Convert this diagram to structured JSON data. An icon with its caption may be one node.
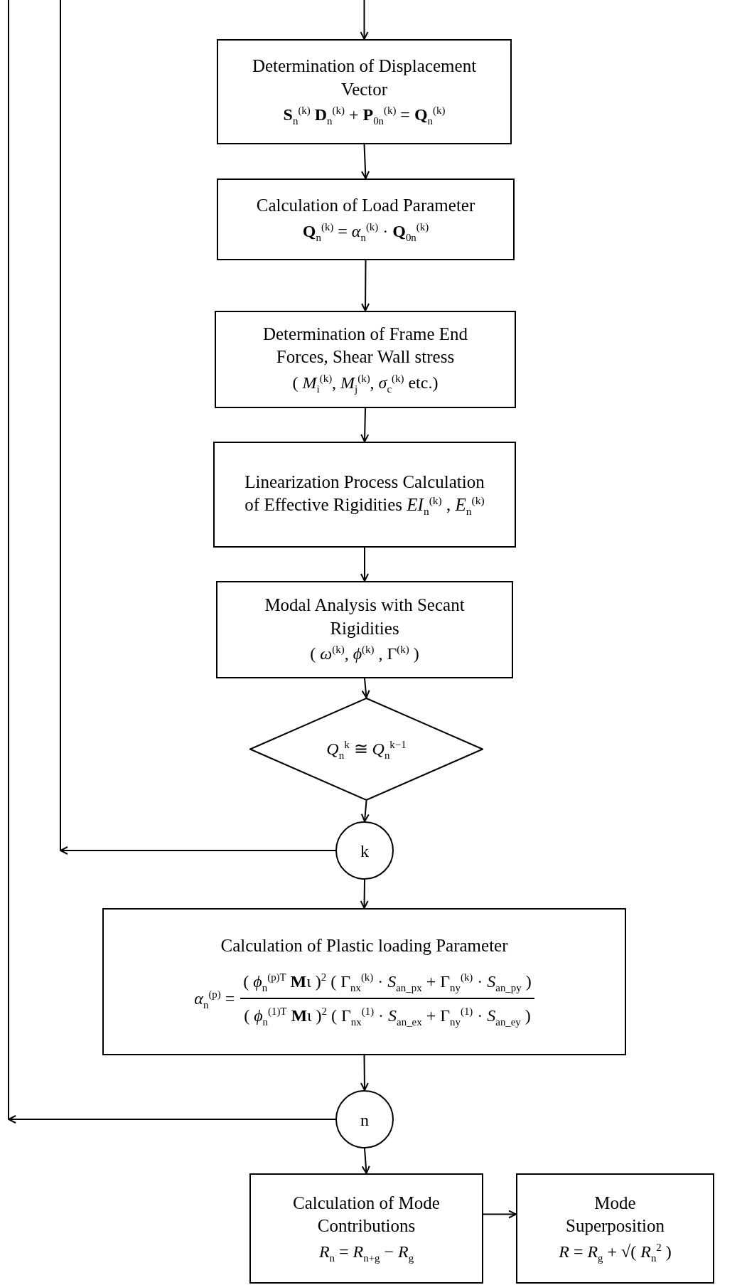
{
  "diagram": {
    "nodes": [
      {
        "text": [
          "Determination of Displacement Vector",
          "**S**$_{n}$$^{(k)}$ **D**$_{n}$$^{(k)}$ + **P**$_{0n}$$^{(k)}$ = **Q**$_{n}$$^{(k)}$"
        ]
      },
      {
        "text": [
          "Calculation of Load Parameter",
          "**Q**$_{n}$$^{(k)}$ = *α*$_{n}$$^{(k)}$ · **Q**$_{0n}$$^{(k)}$"
        ]
      },
      {
        "text": [
          "Determination of Frame End Forces, Shear Wall stress",
          "( *M*$_{i}$$^{(k)}$, *M*$_{j}$$^{(k)}$, *σ*$_{c}$$^{(k)}$ etc.)"
        ]
      },
      {
        "text": [
          "Linearization Process Calculation of Effective Rigidities *EI*$_{n}$$^{(k)}$ , *E*$_{n}$$^{(k)}$"
        ]
      },
      {
        "text": [
          "Modal Analysis with Secant Rigidities",
          "( *ω*$^{(k)}$, *ϕ*$^{(k)}$ , Γ$^{(k)}$ )"
        ]
      },
      {
        "text": [
          "*Q*$_{n}$$^{k}$ ≅ *Q*$_{n}$$^{k−1}$"
        ]
      },
      {
        "text": [
          "k"
        ]
      },
      {
        "text": [
          "Calculation of Plastic loading Parameter",
          "*α*$_{n}$$^{(p)}$ =",
          "( *ϕ*$_{n}$$^{(p)T}$ **M**ι )$^{2}$ ( Γ$_{nx}$$^{(k)}$ · *S*$_{an_px}$ + Γ$_{ny}$$^{(k)}$ · *S*$_{an_py}$ )",
          "( *ϕ*$_{n}$$^{(1)T}$ **M**ι )$^{2}$ ( Γ$_{nx}$$^{(1)}$ · *S*$_{an_ex}$ + Γ$_{ny}$$^{(1)}$ · *S*$_{an_ey}$ )"
        ]
      },
      {
        "text": [
          "n"
        ]
      },
      {
        "text": [
          "Calculation of Mode Contributions",
          "*R*$_{n}$ = *R*$_{n+g}$ − *R*$_{g}$"
        ]
      },
      {
        "text": [
          "Mode Superposition",
          "*R* = *R*$_{g}$ + √( *R*$_{n}$$^{2}$ )"
        ]
      }
    ],
    "edges": [
      {
        "from": null,
        "to": 0,
        "arrow": "to"
      },
      {
        "from": 0,
        "to": 1,
        "arrow": "to"
      },
      {
        "from": 1,
        "to": 2,
        "arrow": "to"
      },
      {
        "from": 2,
        "to": 3,
        "arrow": "to"
      },
      {
        "from": 3,
        "to": 4,
        "arrow": "to"
      },
      {
        "from": 4,
        "to": 5,
        "arrow": "to"
      },
      {
        "from": 5,
        "to": 6,
        "arrow": "to"
      },
      {
        "from": 6,
        "to": null,
        "arrow": "to"
      },
      {
        "from": 6,
        "to": 7,
        "arrow": "to"
      },
      {
        "from": 7,
        "to": 8,
        "arrow": "to"
      },
      {
        "from": 8,
        "to": null,
        "arrow": "to"
      },
      {
        "from": 8,
        "to": 9,
        "arrow": "to"
      },
      {
        "from": 9,
        "to": 10,
        "arrow": "to"
      }
    ]
  }
}
